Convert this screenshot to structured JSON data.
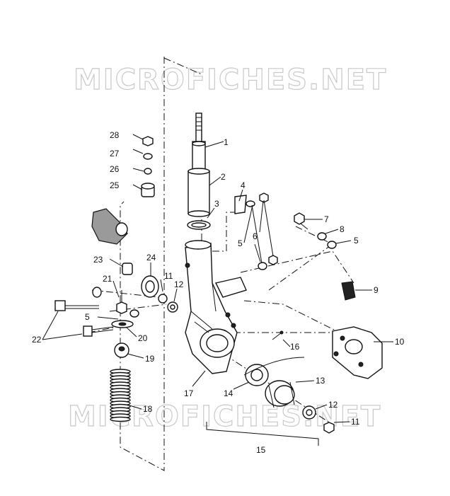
{
  "watermark": {
    "top": "MICROFICHES.NET",
    "bottom": "MICROFICHES.NET"
  },
  "callouts": {
    "c1": "1",
    "c2": "2",
    "c3": "3",
    "c4": "4",
    "c5a": "5",
    "c5b": "5",
    "c5c": "5",
    "c6": "6",
    "c7": "7",
    "c8": "8",
    "c9": "9",
    "c10": "10",
    "c11a": "11",
    "c11b": "11",
    "c12a": "12",
    "c12b": "12",
    "c13": "13",
    "c14": "14",
    "c15": "15",
    "c16": "16",
    "c17": "17",
    "c18": "18",
    "c19": "19",
    "c20": "20",
    "c21": "21",
    "c22": "22",
    "c23": "23",
    "c24": "24",
    "c25": "25",
    "c26": "26",
    "c27": "27",
    "c28": "28"
  }
}
